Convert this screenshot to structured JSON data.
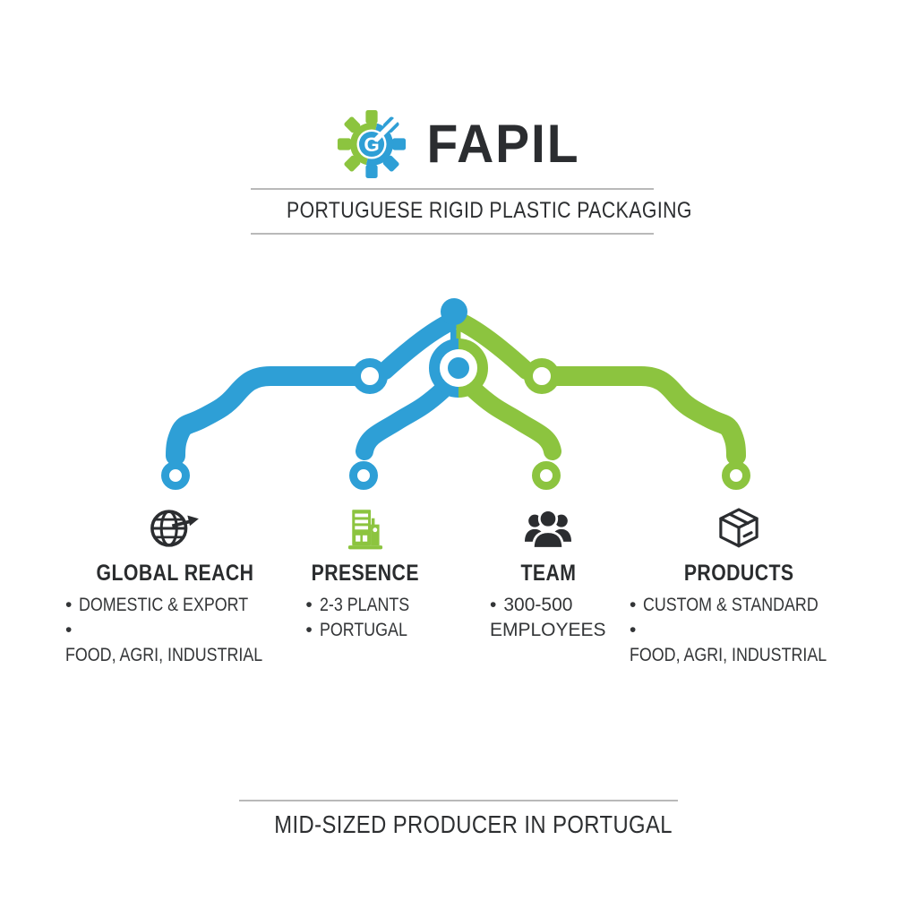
{
  "header": {
    "brand": "FAPIL",
    "tagline": "PORTUGUESE RIGID PLASTIC PACKAGING",
    "logo_icon": "gear-g-arrow-icon"
  },
  "palette": {
    "blue": "#2E9FD6",
    "green": "#8CC43F",
    "ink": "#2B2D30",
    "divider_gray": "#B9B9B9"
  },
  "columns": [
    {
      "icon": "globe-export-arrow-icon",
      "icon_color": "#2B2D30",
      "node_color": "#2E9FD6",
      "title": "GLOBAL REACH",
      "bullets": [
        "DOMESTIC & EXPORT",
        "FOOD, AGRI, INDUSTRIAL"
      ]
    },
    {
      "icon": "plant-building-icon",
      "icon_color": "#8CC43F",
      "node_color": "#2E9FD6",
      "title": "PRESENCE",
      "bullets": [
        "2-3 PLANTS",
        "PORTUGAL"
      ]
    },
    {
      "icon": "team-people-icon",
      "icon_color": "#2B2D30",
      "node_color": "#8CC43F",
      "title": "TEAM",
      "bullets": [
        "300-500 EMPLOYEES"
      ]
    },
    {
      "icon": "package-box-icon",
      "icon_color": "#2B2D30",
      "node_color": "#8CC43F",
      "title": "PRODUCTS",
      "bullets": [
        "CUSTOM & STANDARD",
        "FOOD, AGRI, INDUSTRIAL"
      ]
    }
  ],
  "footer": {
    "caption": "MID-SIZED PRODUCER IN PORTUGAL"
  }
}
